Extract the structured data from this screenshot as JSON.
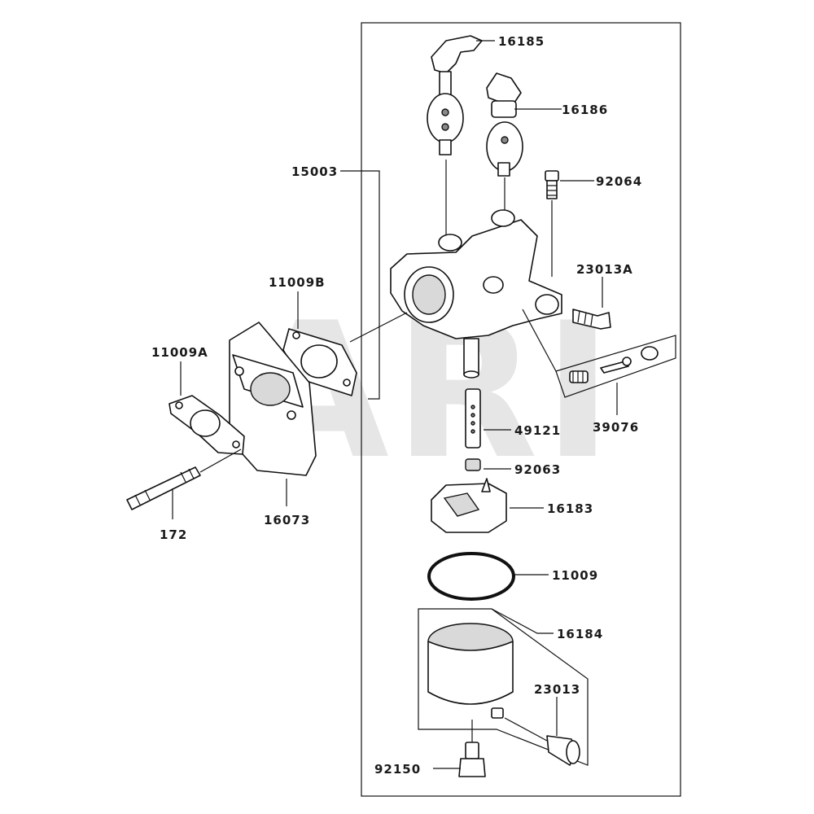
{
  "watermark": "ARI",
  "labels": {
    "p16185": "16185",
    "p16186": "16186",
    "p15003": "15003",
    "p92064": "92064",
    "p23013A": "23013A",
    "p11009B": "11009B",
    "p11009A": "11009A",
    "p39076": "39076",
    "p49121": "49121",
    "p92063": "92063",
    "p16183": "16183",
    "p172": "172",
    "p16073": "16073",
    "p11009": "11009",
    "p16184": "16184",
    "p23013": "23013",
    "p92150": "92150"
  }
}
